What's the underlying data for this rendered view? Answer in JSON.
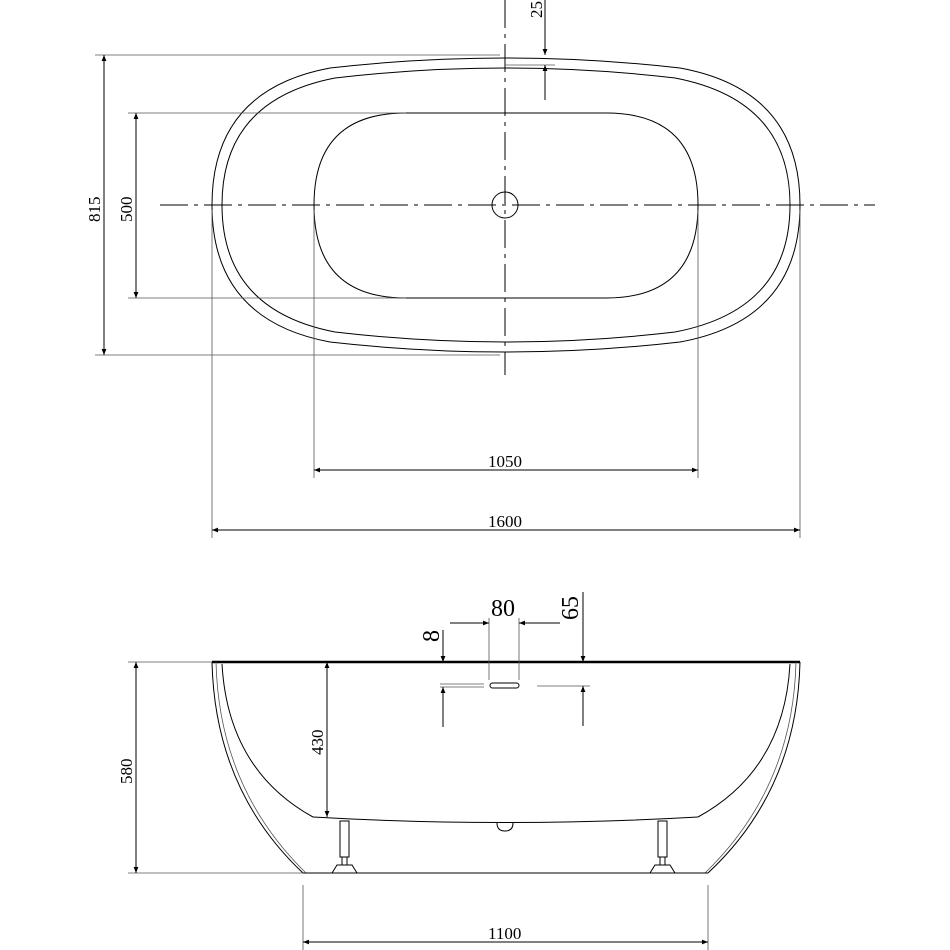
{
  "top_view": {
    "dimensions": {
      "rim_offset": "25",
      "overall_width": "815",
      "inner_width": "500",
      "inner_length": "1050",
      "overall_length": "1600"
    }
  },
  "side_view": {
    "dimensions": {
      "overflow_length": "80",
      "overflow_offset": "65",
      "overflow_height": "8",
      "overall_height": "580",
      "inner_depth": "430",
      "base_length": "1100"
    }
  },
  "colors": {
    "line": "#000000",
    "background": "#ffffff"
  }
}
